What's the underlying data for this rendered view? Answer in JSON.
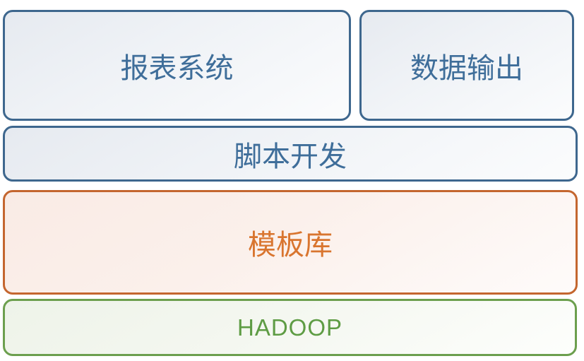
{
  "diagram": {
    "background_color": "#ffffff",
    "nodes": [
      {
        "id": "report-system",
        "label": "报表系统",
        "color_scheme": "blue",
        "row": 1
      },
      {
        "id": "data-output",
        "label": "数据输出",
        "color_scheme": "blue",
        "row": 1
      },
      {
        "id": "script-dev",
        "label": "脚本开发",
        "color_scheme": "blue",
        "row": 2
      },
      {
        "id": "template-library",
        "label": "模板库",
        "color_scheme": "orange",
        "row": 3
      },
      {
        "id": "hadoop",
        "label": "HADOOP",
        "color_scheme": "green",
        "row": 4
      }
    ],
    "colors": {
      "blue_border": "#3E678E",
      "blue_text": "#3F6E9A",
      "blue_fill_start": "#E6EAF0",
      "blue_fill_end": "#FBFCFD",
      "orange_border": "#C4662F",
      "orange_text": "#D9752F",
      "orange_fill_start": "#F9EBE5",
      "orange_fill_end": "#FEFBFA",
      "green_border": "#6C9F4E",
      "green_text": "#5E9C44",
      "green_fill_start": "#EEF3E9",
      "green_fill_end": "#FDFEFC"
    }
  }
}
